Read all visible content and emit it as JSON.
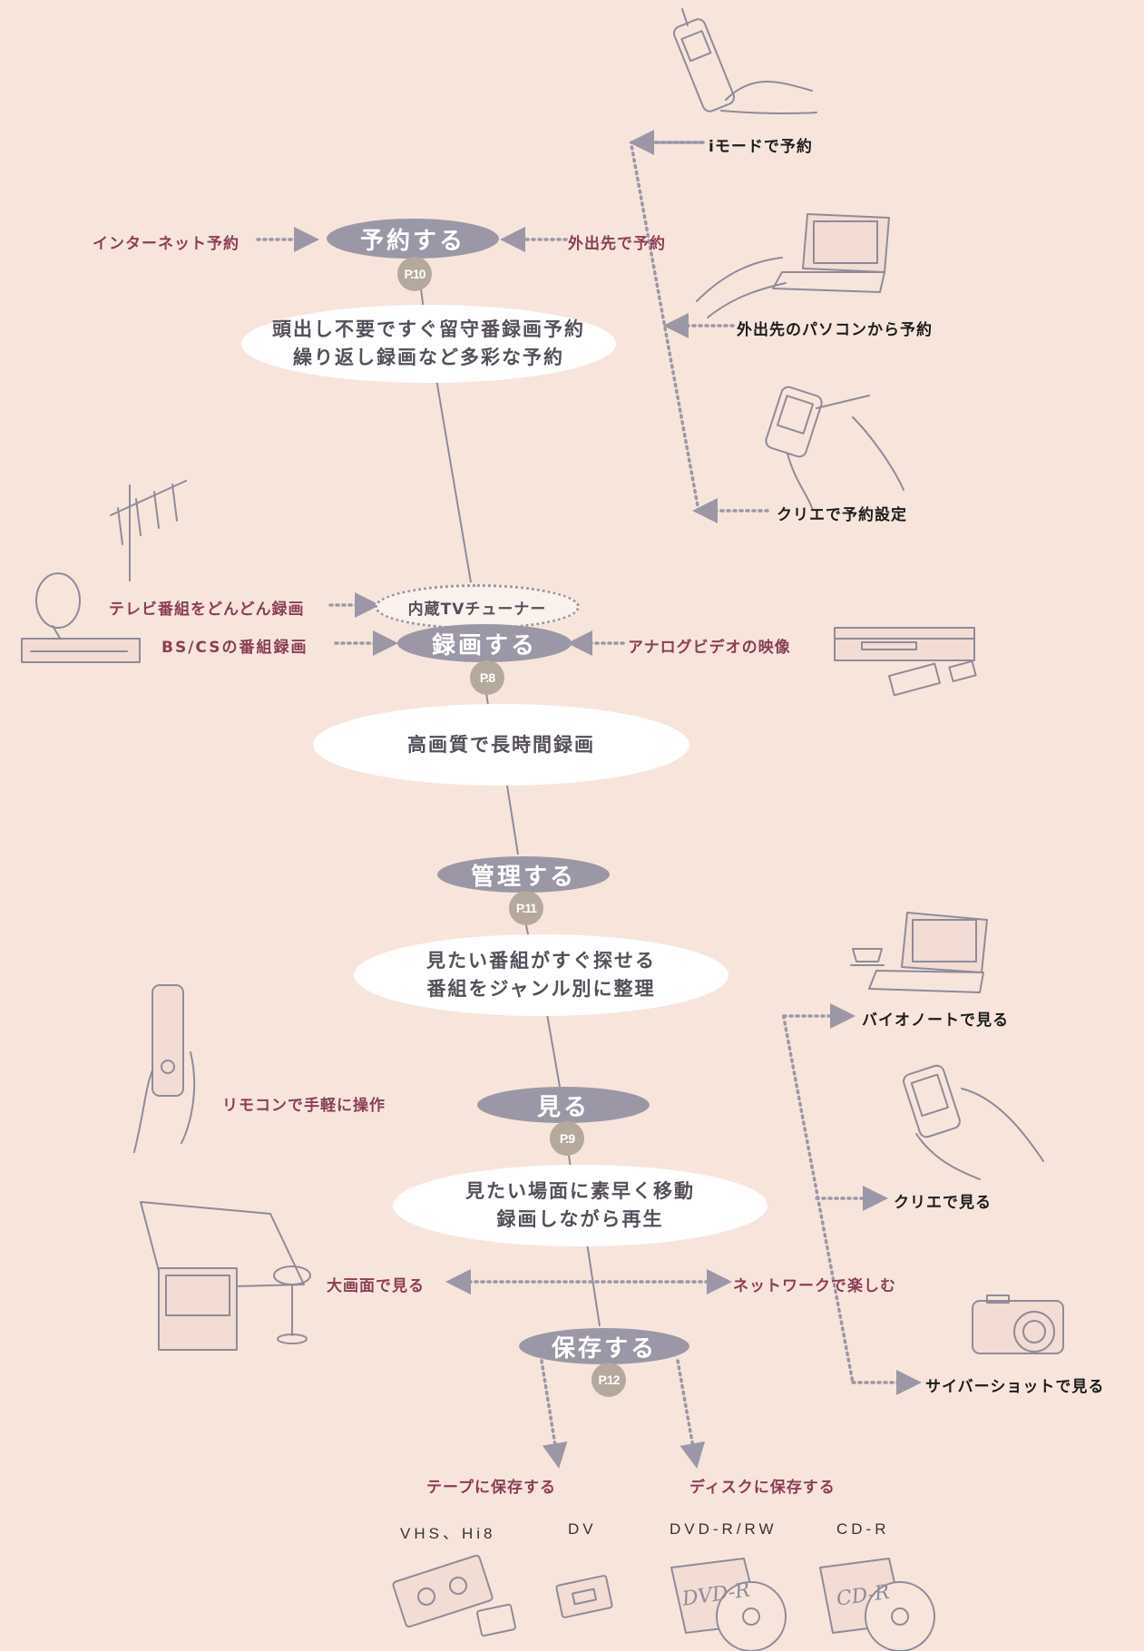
{
  "stages": {
    "reserve": {
      "label": "予約する",
      "page": "P.10",
      "desc": [
        "頭出し不要ですぐ留守番録画予約",
        "繰り返し録画など多彩な予約"
      ]
    },
    "record": {
      "label": "録画する",
      "page": "P.8",
      "desc": [
        "高画質で長時間録画"
      ],
      "tuner": "内蔵TVチューナー"
    },
    "manage": {
      "label": "管理する",
      "page": "P.11",
      "desc": [
        "見たい番組がすぐ探せる",
        "番組をジャンル別に整理"
      ]
    },
    "watch": {
      "label": "見る",
      "page": "P.9",
      "desc": [
        "見たい場面に素早く移動",
        "録画しながら再生"
      ]
    },
    "save": {
      "label": "保存する",
      "page": "P.12"
    }
  },
  "features": {
    "internet_reserve": "インターネット予約",
    "remote_reserve": "外出先で予約",
    "tv_record": "テレビ番組をどんどん録画",
    "bscs_record": "BS/CSの番組録画",
    "analog_video": "アナログビデオの映像",
    "remote_control": "リモコンで手軽に操作",
    "big_screen": "大画面で見る",
    "network_enjoy": "ネットワークで楽しむ",
    "save_tape": "テープに保存する",
    "save_disc": "ディスクに保存する"
  },
  "devices": {
    "imode": "iモードで予約",
    "pc_remote": "外出先のパソコンから予約",
    "clie_reserve": "クリエで予約設定",
    "vaio": "バイオノートで見る",
    "clie_watch": "クリエで見る",
    "cybershot": "サイバーショットで見る"
  },
  "formats": [
    "VHS、Hi8",
    "DV",
    "DVD-R/RW",
    "CD-R"
  ],
  "media_labels": {
    "dvd": "DVD-R",
    "cd": "CD-R"
  },
  "colors": {
    "stage": "#9b97a6",
    "page_badge": "#b5a89d",
    "feature_text": "#8b3e55",
    "background": "#f7e5dc",
    "sketch": "#8f8b99"
  },
  "icons": [
    "mobile-phone-icon",
    "laptop-icon",
    "pda-icon",
    "antenna-icon",
    "satellite-dish-icon",
    "vcr-icon",
    "remote-control-icon",
    "projector-screen-icon",
    "digital-camera-icon",
    "cassette-tape-icon",
    "dv-tape-icon",
    "dvd-icon",
    "cd-icon"
  ]
}
